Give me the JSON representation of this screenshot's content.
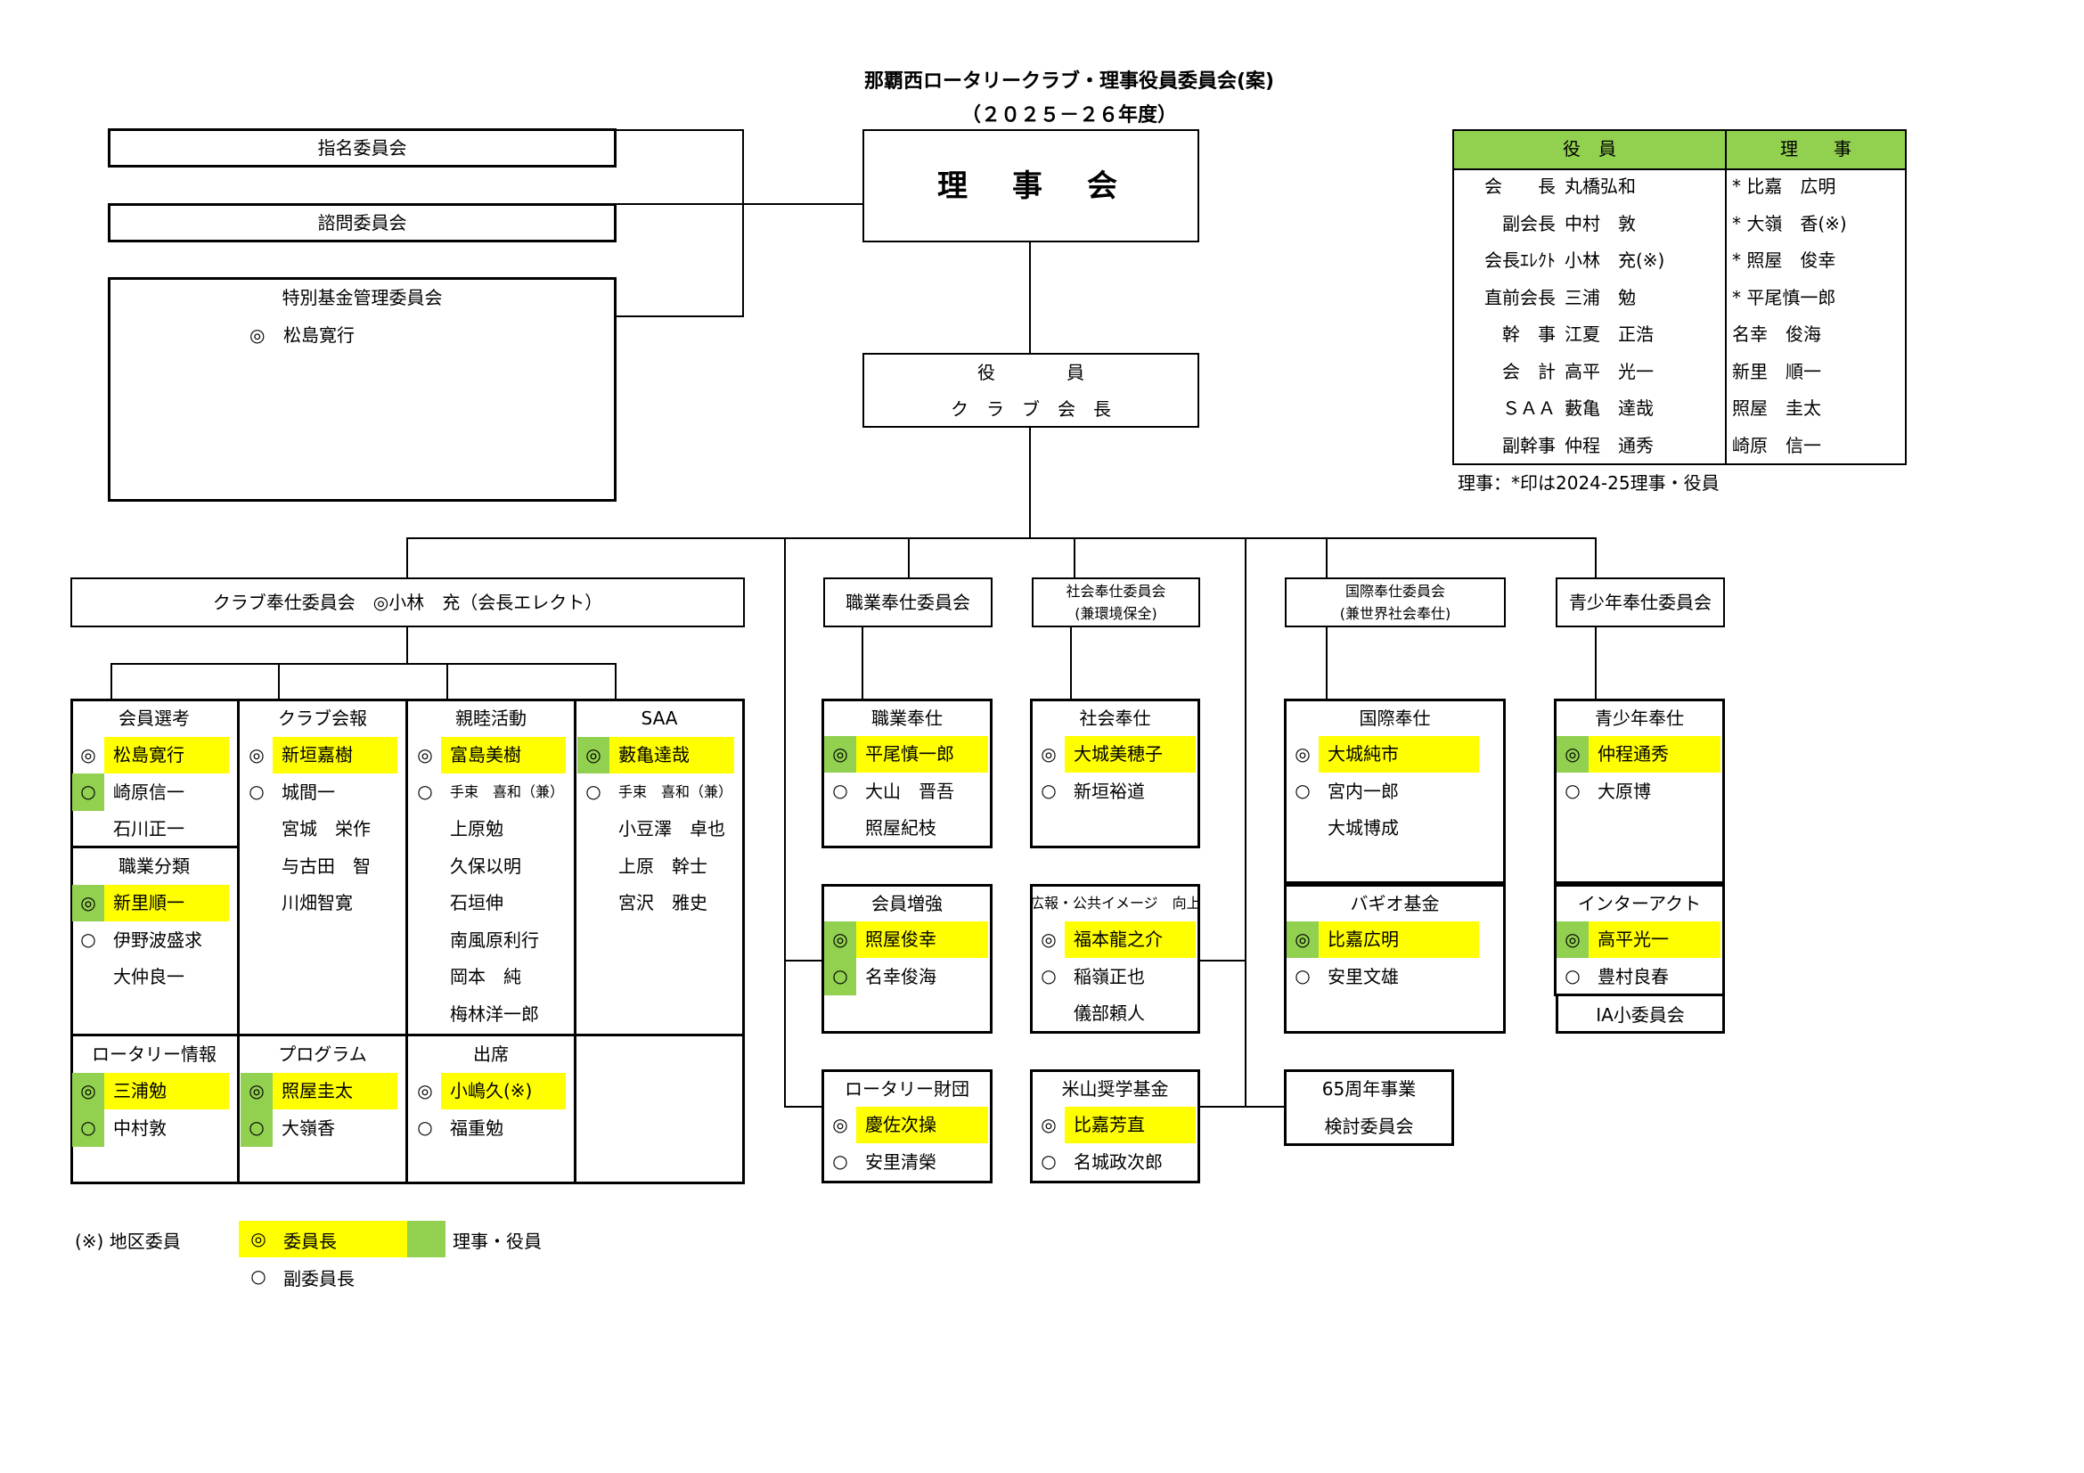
{
  "title": "那覇西ロータリークラブ・理事役員委員会(案)",
  "subtitle": "（２０２５－２６年度）",
  "top_left": {
    "nomination": "指名委員会",
    "advisory": "諮問委員会",
    "special_fund": "特別基金管理委員会",
    "special_fund_mark": "◎",
    "special_fund_chair": "松島寛行"
  },
  "board": "理事会",
  "officers_box": {
    "line1": "役　　　　員",
    "line2": "ク　ラ　ブ　会　長"
  },
  "roster": {
    "officers_header": "役　員",
    "directors_header": "理　　事",
    "officers": [
      {
        "role": "会　　長",
        "name": "丸橋弘和"
      },
      {
        "role": "副会長",
        "name": "中村　敦"
      },
      {
        "role": "会長ｴﾚｸﾄ",
        "name": "小林　充(※)"
      },
      {
        "role": "直前会長",
        "name": "三浦　勉"
      },
      {
        "role": "幹　事",
        "name": "江夏　正浩"
      },
      {
        "role": "会　計",
        "name": "高平　光一"
      },
      {
        "role": "ＳＡＡ",
        "name": "藪亀　達哉"
      },
      {
        "role": "副幹事",
        "name": "仲程　通秀"
      }
    ],
    "directors": [
      "* 比嘉　広明",
      "* 大嶺　香(※)",
      "* 照屋　俊幸",
      "* 平尾慎一郎",
      "名幸　俊海",
      "新里　順一",
      "照屋　圭太",
      "崎原　信一"
    ],
    "note": "理事：*印は2024-25理事・役員"
  },
  "committees": {
    "club": "クラブ奉仕委員会　◎小林　充（会長エレクト）",
    "vocational": "職業奉仕委員会",
    "community_l1": "社会奉仕委員会",
    "community_l2": "(兼環境保全)",
    "international_l1": "国際奉仕委員会",
    "international_l2": "(兼世界社会奉仕)",
    "youth": "青少年奉仕委員会"
  },
  "club_groups": [
    {
      "col": 0,
      "row": 0,
      "title": "会員選考",
      "members": [
        {
          "mark": "◎",
          "name": "松島寛行",
          "yellow": true,
          "green": false
        },
        {
          "mark": "○",
          "name": "崎原信一",
          "yellow": false,
          "green": true
        },
        {
          "mark": "",
          "name": "石川正一",
          "yellow": false,
          "green": false
        }
      ]
    },
    {
      "col": 0,
      "row": 1,
      "title": "職業分類",
      "members": [
        {
          "mark": "◎",
          "name": "新里順一",
          "yellow": true,
          "green": true
        },
        {
          "mark": "○",
          "name": "伊野波盛求",
          "yellow": false,
          "green": false
        },
        {
          "mark": "",
          "name": "大仲良一",
          "yellow": false,
          "green": false
        }
      ]
    },
    {
      "col": 0,
      "row": 2,
      "title": "ロータリー情報",
      "members": [
        {
          "mark": "◎",
          "name": "三浦勉",
          "yellow": true,
          "green": true
        },
        {
          "mark": "○",
          "name": "中村敦",
          "yellow": false,
          "green": true
        }
      ]
    },
    {
      "col": 1,
      "row": 0,
      "title": "クラブ会報",
      "members": [
        {
          "mark": "◎",
          "name": "新垣嘉樹",
          "yellow": true,
          "green": false
        },
        {
          "mark": "○",
          "name": "城間一",
          "yellow": false,
          "green": false
        },
        {
          "mark": "",
          "name": "宮城　栄作",
          "yellow": false,
          "green": false
        },
        {
          "mark": "",
          "name": "与古田　智",
          "yellow": false,
          "green": false
        },
        {
          "mark": "",
          "name": "川畑智寛",
          "yellow": false,
          "green": false
        }
      ]
    },
    {
      "col": 1,
      "row": 2,
      "title": "プログラム",
      "members": [
        {
          "mark": "◎",
          "name": "照屋圭太",
          "yellow": true,
          "green": true
        },
        {
          "mark": "○",
          "name": "大嶺香",
          "yellow": false,
          "green": true
        }
      ]
    },
    {
      "col": 2,
      "row": 0,
      "title": "親睦活動",
      "members": [
        {
          "mark": "◎",
          "name": "富島美樹",
          "yellow": true,
          "green": false
        },
        {
          "mark": "○",
          "name": "手束　喜和（兼）",
          "yellow": false,
          "green": false,
          "small": true
        },
        {
          "mark": "",
          "name": "上原勉",
          "yellow": false,
          "green": false
        },
        {
          "mark": "",
          "name": "久保以明",
          "yellow": false,
          "green": false
        },
        {
          "mark": "",
          "name": "石垣伸",
          "yellow": false,
          "green": false
        },
        {
          "mark": "",
          "name": "南風原利行",
          "yellow": false,
          "green": false
        },
        {
          "mark": "",
          "name": "岡本　純",
          "yellow": false,
          "green": false
        },
        {
          "mark": "",
          "name": "梅林洋一郎",
          "yellow": false,
          "green": false
        }
      ]
    },
    {
      "col": 2,
      "row": 2,
      "title": "出席",
      "members": [
        {
          "mark": "◎",
          "name": "小嶋久(※)",
          "yellow": true,
          "green": false
        },
        {
          "mark": "○",
          "name": "福重勉",
          "yellow": false,
          "green": false
        }
      ]
    },
    {
      "col": 3,
      "row": 0,
      "title": "SAA",
      "members": [
        {
          "mark": "◎",
          "name": "藪亀達哉",
          "yellow": true,
          "green": true
        },
        {
          "mark": "○",
          "name": "手束　喜和（兼）",
          "yellow": false,
          "green": false,
          "small": true
        },
        {
          "mark": "",
          "name": "小豆澤　卓也",
          "yellow": false,
          "green": false
        },
        {
          "mark": "",
          "name": "上原　幹士",
          "yellow": false,
          "green": false
        },
        {
          "mark": "",
          "name": "宮沢　雅史",
          "yellow": false,
          "green": false
        }
      ]
    }
  ],
  "sub_boxes": [
    {
      "id": "voc",
      "title": "職業奉仕",
      "members": [
        {
          "mark": "◎",
          "name": "平尾慎一郎",
          "yellow": true,
          "green": true
        },
        {
          "mark": "○",
          "name": "大山　晋吾",
          "yellow": false,
          "green": false
        },
        {
          "mark": "",
          "name": "照屋紀枝",
          "yellow": false,
          "green": false
        }
      ]
    },
    {
      "id": "mem",
      "title": "会員増強",
      "members": [
        {
          "mark": "◎",
          "name": "照屋俊幸",
          "yellow": true,
          "green": true
        },
        {
          "mark": "○",
          "name": "名幸俊海",
          "yellow": false,
          "green": true
        }
      ]
    },
    {
      "id": "rf",
      "title": "ロータリー財団",
      "members": [
        {
          "mark": "◎",
          "name": "慶佐次操",
          "yellow": true,
          "green": false
        },
        {
          "mark": "○",
          "name": "安里清榮",
          "yellow": false,
          "green": false
        }
      ]
    },
    {
      "id": "com",
      "title": "社会奉仕",
      "members": [
        {
          "mark": "◎",
          "name": "大城美穂子",
          "yellow": true,
          "green": false
        },
        {
          "mark": "○",
          "name": "新垣裕道",
          "yellow": false,
          "green": false
        }
      ]
    },
    {
      "id": "pr",
      "title": "広報・公共イメージ　向上",
      "small_title": true,
      "members": [
        {
          "mark": "◎",
          "name": "福本龍之介",
          "yellow": true,
          "green": false
        },
        {
          "mark": "○",
          "name": "稲嶺正也",
          "yellow": false,
          "green": false
        },
        {
          "mark": "",
          "name": "儀部頼人",
          "yellow": false,
          "green": false
        }
      ]
    },
    {
      "id": "yone",
      "title": "米山奨学基金",
      "members": [
        {
          "mark": "◎",
          "name": "比嘉芳直",
          "yellow": true,
          "green": false
        },
        {
          "mark": "○",
          "name": "名城政次郎",
          "yellow": false,
          "green": false
        }
      ]
    },
    {
      "id": "intl",
      "title": "国際奉仕",
      "members": [
        {
          "mark": "◎",
          "name": "大城純市",
          "yellow": true,
          "green": false
        },
        {
          "mark": "○",
          "name": "宮内一郎",
          "yellow": false,
          "green": false
        },
        {
          "mark": "",
          "name": "大城博成",
          "yellow": false,
          "green": false
        }
      ]
    },
    {
      "id": "bagio",
      "title": "バギオ基金",
      "members": [
        {
          "mark": "◎",
          "name": "比嘉広明",
          "yellow": true,
          "green": true
        },
        {
          "mark": "○",
          "name": "安里文雄",
          "yellow": false,
          "green": false
        }
      ]
    },
    {
      "id": "youth",
      "title": "青少年奉仕",
      "members": [
        {
          "mark": "◎",
          "name": "仲程通秀",
          "yellow": true,
          "green": true
        },
        {
          "mark": "○",
          "name": "大原博",
          "yellow": false,
          "green": false
        }
      ]
    },
    {
      "id": "interact",
      "title": "インターアクト",
      "members": [
        {
          "mark": "◎",
          "name": "高平光一",
          "yellow": true,
          "green": true
        },
        {
          "mark": "○",
          "name": "豊村良春",
          "yellow": false,
          "green": false
        }
      ]
    }
  ],
  "ia_sub": "IA小委員会",
  "anniv_l1": "65周年事業",
  "anniv_l2": "検討委員会",
  "legend": {
    "district": "(※) 地区委員",
    "chair_mark": "◎",
    "chair": "委員長",
    "board": "理事・役員",
    "vice_mark": "○",
    "vice": "副委員長"
  },
  "colors": {
    "chair_highlight": "#ffff00",
    "board_highlight": "#92d050"
  }
}
